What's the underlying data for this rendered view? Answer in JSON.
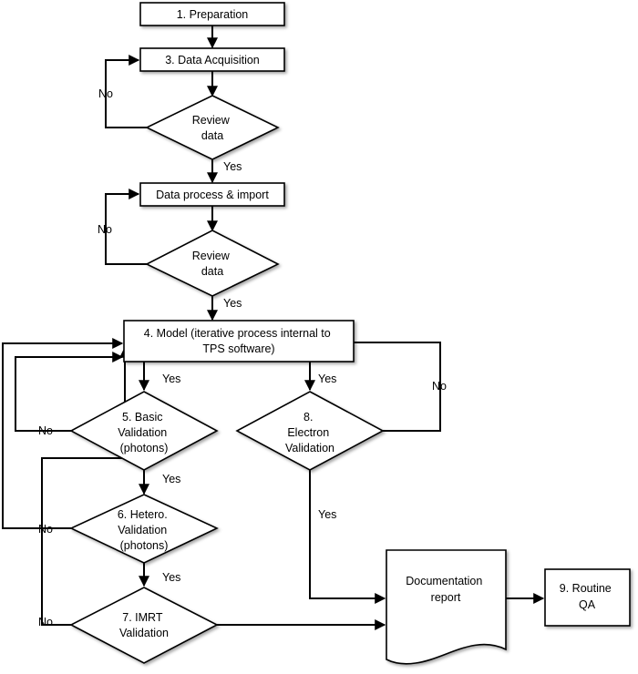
{
  "nodes": {
    "preparation": {
      "lines": [
        "1. Preparation"
      ]
    },
    "data_acquisition": {
      "lines": [
        "3. Data Acquisition"
      ]
    },
    "review_data_1": {
      "lines": [
        "Review",
        "data"
      ]
    },
    "data_process": {
      "lines": [
        "Data process & import"
      ]
    },
    "review_data_2": {
      "lines": [
        "Review",
        "data"
      ]
    },
    "model": {
      "lines": [
        "4. Model (iterative process internal to",
        "TPS software)"
      ]
    },
    "basic_validation": {
      "lines": [
        "5. Basic",
        "Validation",
        "(photons)"
      ]
    },
    "electron_validation": {
      "lines": [
        "8.",
        "Electron",
        "Validation"
      ]
    },
    "hetero_validation": {
      "lines": [
        "6. Hetero.",
        "Validation",
        "(photons)"
      ]
    },
    "imrt_validation": {
      "lines": [
        "7. IMRT",
        "Validation"
      ]
    },
    "documentation_report": {
      "lines": [
        "Documentation",
        "report"
      ]
    },
    "routine_qa": {
      "lines": [
        "9. Routine",
        "QA"
      ]
    }
  },
  "edge_labels": {
    "review1_no": "No",
    "review1_yes": "Yes",
    "review2_no": "No",
    "review2_yes": "Yes",
    "model_yes_basic": "Yes",
    "model_yes_electron": "Yes",
    "electron_no": "No",
    "basic_no": "No",
    "basic_yes": "Yes",
    "hetero_no": "No",
    "hetero_yes": "Yes",
    "imrt_no": "No",
    "electron_yes": "Yes"
  },
  "colors": {
    "line": "#000000",
    "fill": "#ffffff"
  }
}
